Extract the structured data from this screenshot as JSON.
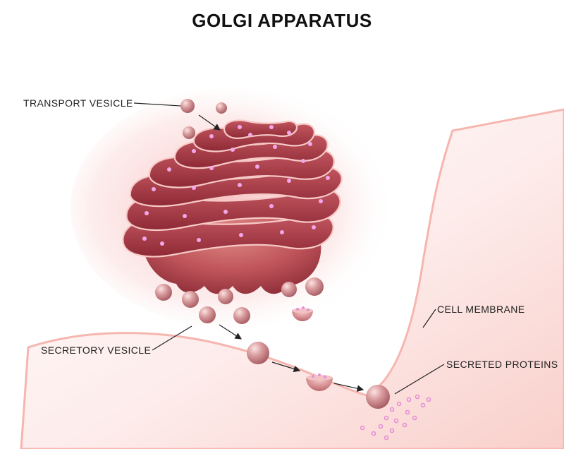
{
  "title": "GOLGI APPARATUS",
  "labels": {
    "transport_vesicle": "TRANSPORT VESICLE",
    "secretory_vesicle": "SECRETORY VESICLE",
    "cell_membrane": "CELL MEMBRANE",
    "secreted_proteins": "SECRETED PROTEINS"
  },
  "colors": {
    "membrane": "#f7c7c3",
    "cytoplasm": "#fde9e6",
    "golgi": "#b9444c",
    "golgi_dark": "#7c1f2a",
    "vesicle": "#cf8f92",
    "particle": "#e58fd8"
  }
}
